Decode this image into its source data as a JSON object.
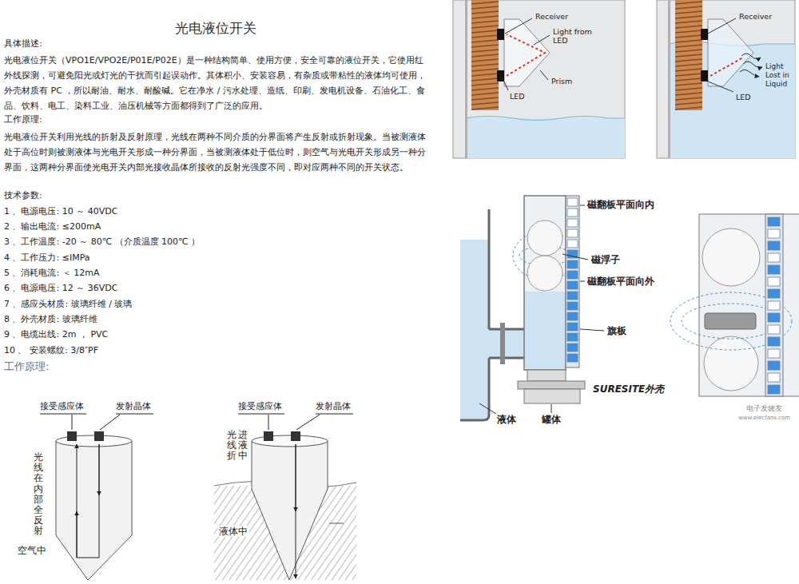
{
  "diagram": {
    "title": "光电液位开关",
    "labels": [
      "具体描述:",
      "光电液位开关（VPO1E/VPO2E/P01E/P02E）是一种结构简单、使用方便，安全可靠的液位开关，它使用红外线探测，可避免阳光或灯光的干扰而引起误动作。其体积小、安装容易，有杂质或带粘性的液体均可使用，外壳材质有 PC ，所以耐油、耐水、耐酸碱。它在净水 / 污水处理、造纸、印刷、发电机设备、石油化工、食品、饮料、电工、染料工业、油压机械等方面都得到了广泛的应用。",
      "工作原理:",
      "光电液位开关利用光线的折射及反射原理，光线在两种不同介质的分界面将产生反射或折射现象。当被测液体处于高位时则被测液体与光电开关形成一种分界面，当被测液体处于低位时，则空气与光电开关形成另一种分界面，这两种分界面使光电开关内部光接收晶体所接收的反射光强度不同，即对应两种不同的开关状态。",
      "技术参数:",
      "1 、电源电压: 10 ～ 40VDC",
      "2 、输出电流: ≤200mA",
      "3 、工作温度: -20 ～ 80℃ （介质温度 100℃ ）",
      "4 、工作压力: ≤IMPa",
      "5 、消耗电流: ＜ 12mA",
      "6 、电源电压: 12 ～ 36VDC",
      "7 、感应头材质: 玻璃纤维 / 玻璃",
      "8 、外壳材质: 玻璃纤维",
      "9 、电缆出线: 2m ， PVC",
      "10 、 安装螺纹: 3/8″PF",
      "工作原理:",
      "Receiver",
      "Light from LED",
      "Prism",
      "LED",
      "Receiver",
      "Light Lost in Liquid",
      "LED",
      "磁翻板平面向内",
      "磁浮子",
      "磁翻板平面向外",
      "旗板",
      "SURESITE外壳",
      "液体",
      "罐体",
      "电子发烧友",
      "www.elecfans.com",
      "接受感应体",
      "发射晶体",
      "光线在内部全反射",
      "空气中",
      "接受感应体",
      "发射晶体",
      "光线折",
      "进液中",
      "液体中"
    ]
  }
}
